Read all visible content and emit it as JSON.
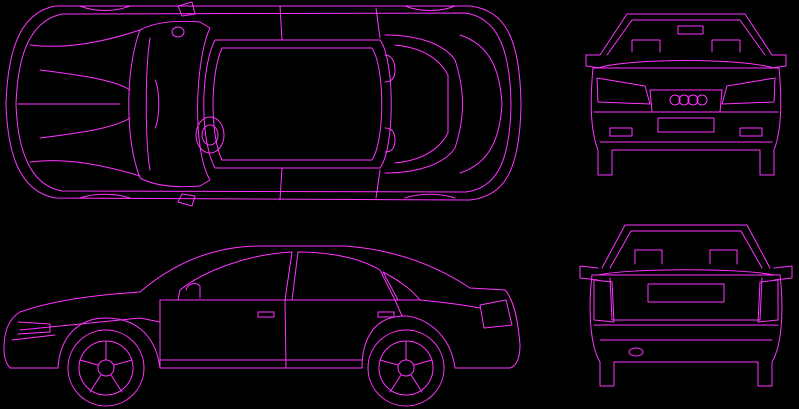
{
  "colors": {
    "background": "#000000",
    "line": "#ff33ff"
  },
  "views": [
    {
      "id": "top-view"
    },
    {
      "id": "front-view"
    },
    {
      "id": "side-view"
    },
    {
      "id": "rear-view"
    }
  ]
}
